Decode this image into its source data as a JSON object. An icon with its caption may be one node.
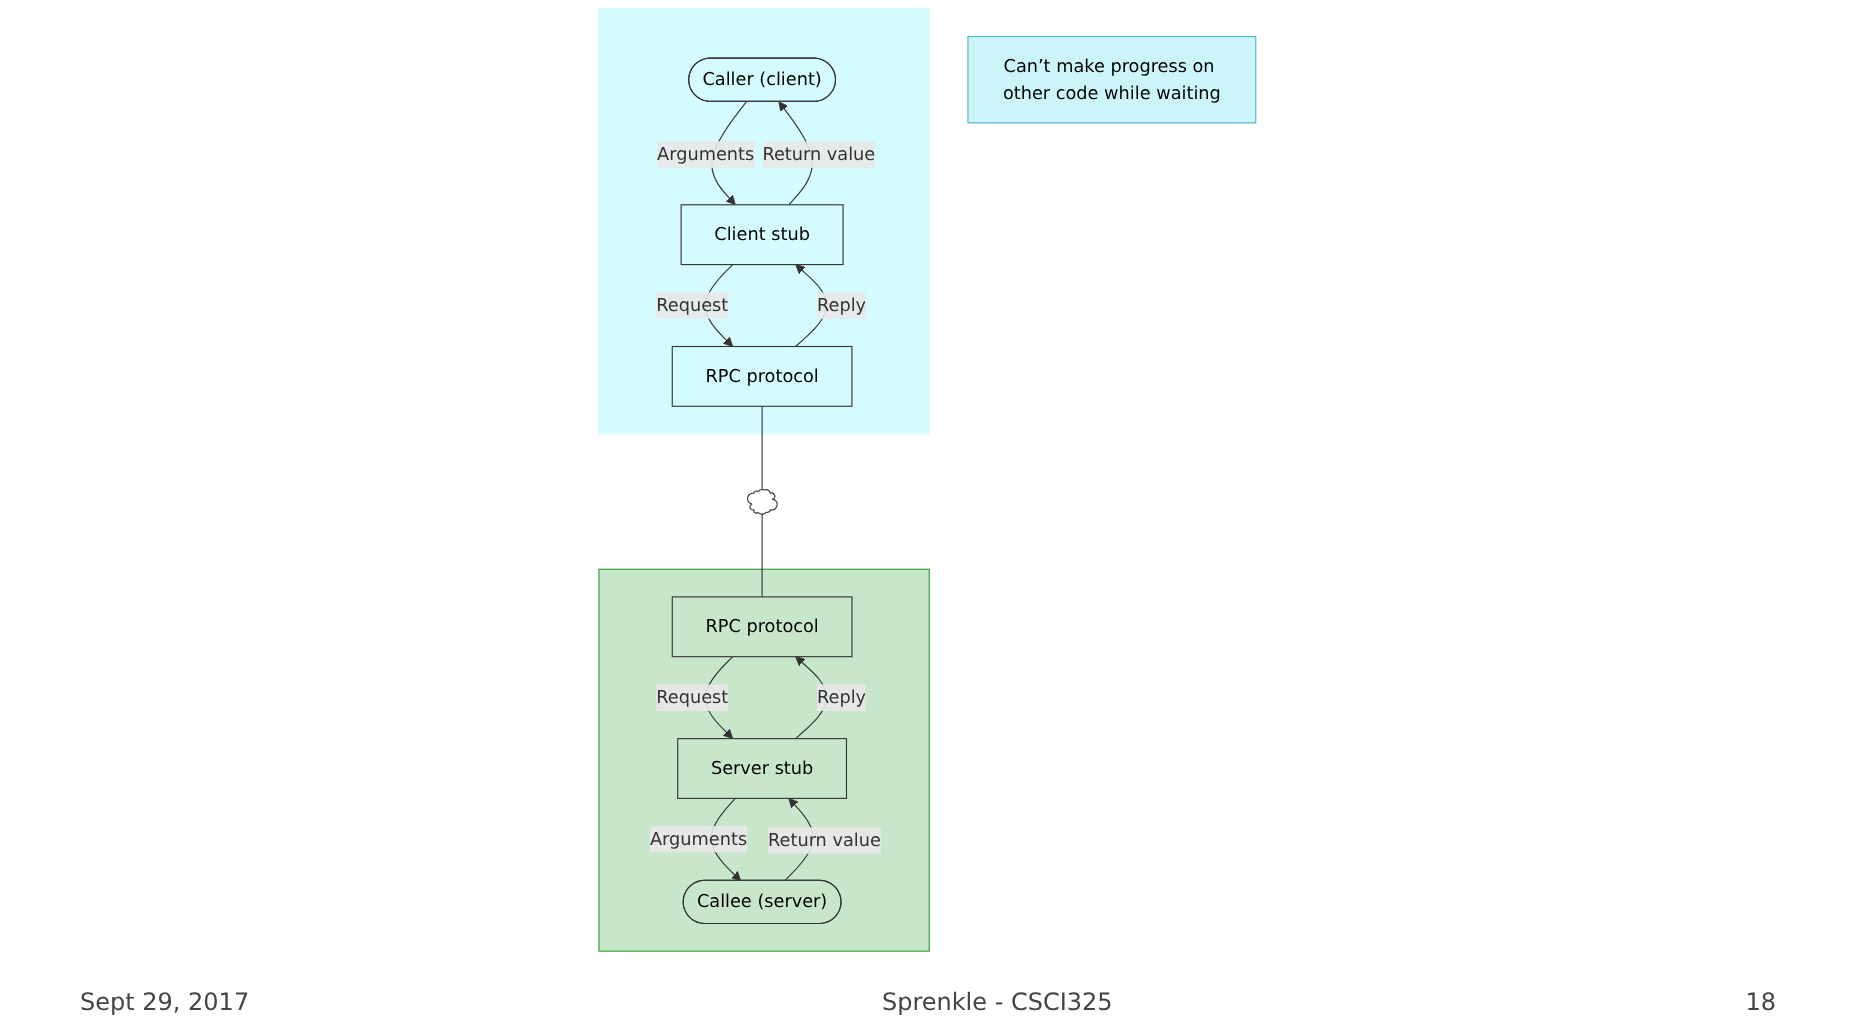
{
  "diagram": {
    "nodes": [
      {
        "text": [
          "Can’t make progress on other code while waiting"
        ]
      },
      {
        "text": [],
        "shape": "box"
      },
      {
        "text": [
          "Caller (client)"
        ],
        "in": 1
      },
      {
        "text": [
          "Client stub"
        ],
        "in": 1
      },
      {
        "text": [
          "RPC protocol"
        ],
        "in": 1
      },
      {
        "text": [],
        "shape": "box"
      },
      {
        "text": [
          "Callee (server)"
        ],
        "in": 5
      },
      {
        "text": [
          "Server stub"
        ],
        "in": 5
      },
      {
        "text": [
          "RPC protocol"
        ],
        "in": 5
      },
      {
        "text": [],
        "shape": "cloud"
      }
    ],
    "edges": [
      {
        "from": 2,
        "to": 3,
        "arrow": "to",
        "label": "Arguments"
      },
      {
        "from": 3,
        "to": 2,
        "arrow": "to",
        "label": "Return value"
      },
      {
        "from": 3,
        "to": 4,
        "arrow": "to",
        "label": "Request"
      },
      {
        "from": 4,
        "to": 3,
        "arrow": "to",
        "label": "Reply"
      },
      {
        "from": 7,
        "to": 6,
        "arrow": "to",
        "label": "Arguments"
      },
      {
        "from": 6,
        "to": 7,
        "arrow": "to",
        "label": "Return value"
      },
      {
        "from": 8,
        "to": 7,
        "arrow": "to",
        "label": "Request"
      },
      {
        "from": 7,
        "to": 8,
        "arrow": "to",
        "label": "Reply"
      },
      {
        "from": 4,
        "to": 9,
        "arrow": "none"
      },
      {
        "from": 9,
        "to": 8,
        "arrow": "none"
      }
    ],
    "labels": [
      "Sept 29, 2017",
      "Sprenkle - CSCI325",
      "18"
    ]
  }
}
